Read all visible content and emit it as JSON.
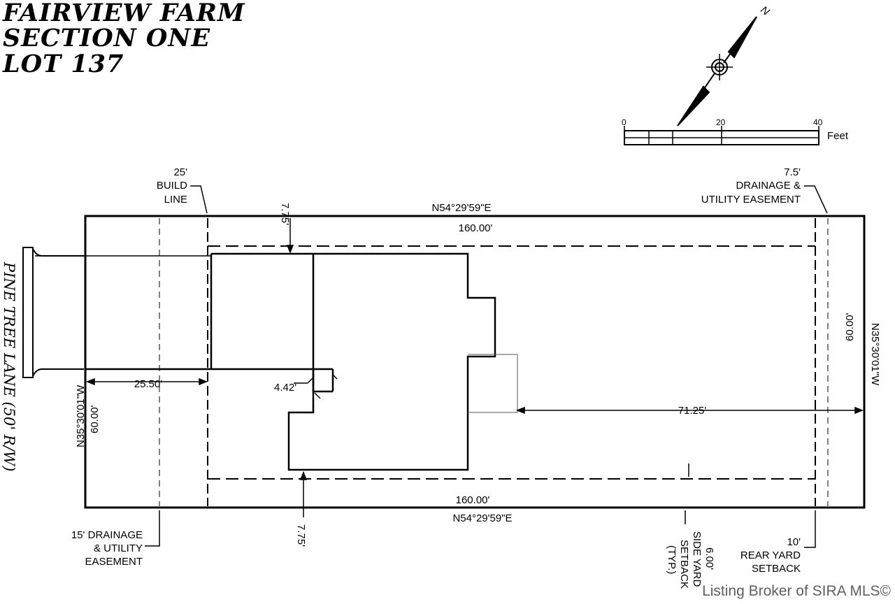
{
  "title": {
    "line1": "FAIRVIEW FARM",
    "line2": "SECTION ONE",
    "line3": "LOT 137"
  },
  "north_arrow": {
    "label": "N"
  },
  "scale_bar": {
    "tick0": "0",
    "tick1": "20",
    "tick2": "40",
    "unit": "Feet"
  },
  "labels": {
    "build_line_1": "25'",
    "build_line_2": "BUILD",
    "build_line_3": "LINE",
    "top_setback": "7.75'",
    "top_bearing": "N54°29'59\"E",
    "top_distance": "160.00'",
    "drainage_right_1": "7.5'",
    "drainage_right_2": "DRAINAGE &",
    "drainage_right_3": "UTILITY EASEMENT",
    "road_name": "PINE TREE LANE (50' R/W)",
    "left_distance": "25.50'",
    "porch_dim": "4.42'",
    "left_bearing": "N35°30'01\"W",
    "left_length": "60.00'",
    "right_bearing": "N35°30'01\"W",
    "right_length": "60.00'",
    "rear_distance": "71.25'",
    "bottom_distance": "160.00'",
    "bottom_bearing": "N54°29'59\"E",
    "bottom_setback": "7.75'",
    "drainage_left_1": "15' DRAINAGE",
    "drainage_left_2": "& UTILITY",
    "drainage_left_3": "EASEMENT",
    "side_yard_1": "6.00'",
    "side_yard_2": "SIDE YARD",
    "side_yard_3": "SETBACK",
    "side_yard_4": "(TYP.)",
    "rear_yard_1": "10'",
    "rear_yard_2": "REAR YARD",
    "rear_yard_3": "SETBACK"
  },
  "watermark": "Listing Broker of SIRA MLS©"
}
